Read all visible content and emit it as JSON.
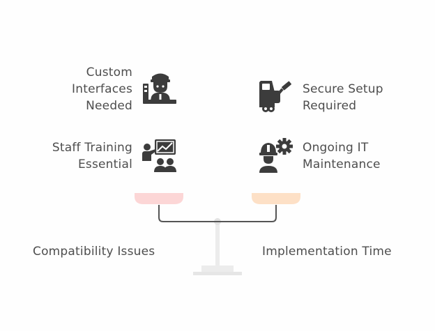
{
  "left_side": {
    "title": "Compatibility Issues",
    "items": [
      {
        "lines": [
          "Custom",
          "Interfaces",
          "Needed"
        ],
        "icon": "worker-at-computer-icon"
      },
      {
        "lines": [
          "Staff Training",
          "Essential"
        ],
        "icon": "presentation-audience-icon"
      }
    ],
    "pan_color": "#fcd6d6"
  },
  "right_side": {
    "title": "Implementation Time",
    "items": [
      {
        "lines": [
          "Secure Setup",
          "Required"
        ],
        "icon": "vehicle-repair-icon"
      },
      {
        "lines": [
          "Ongoing IT",
          "Maintenance"
        ],
        "icon": "engineer-gear-icon"
      }
    ],
    "pan_color": "#fde0c6"
  },
  "scale_color": "#e8e8e8",
  "beam_color": "#555555"
}
